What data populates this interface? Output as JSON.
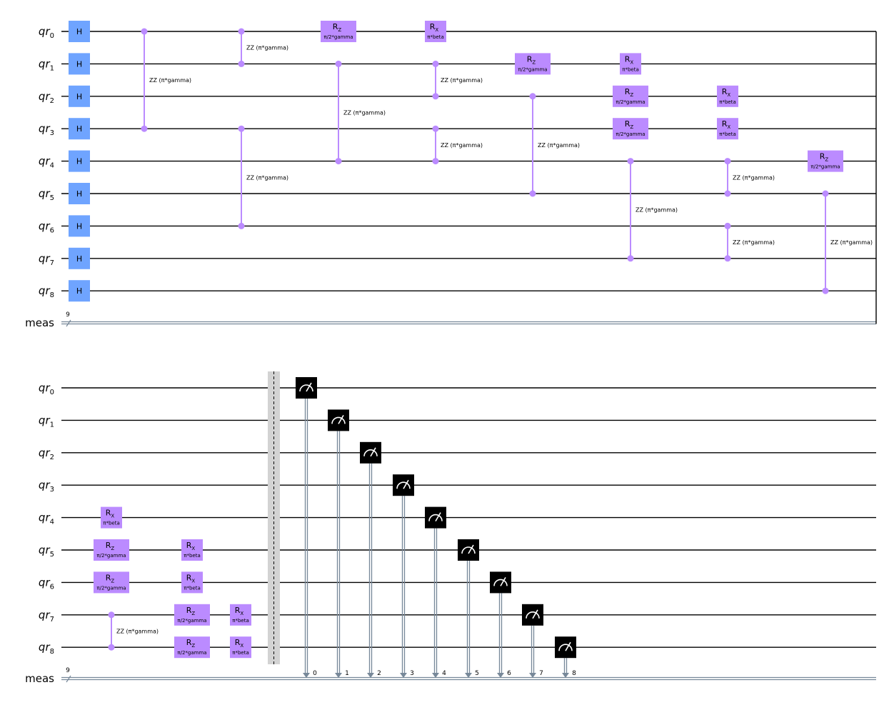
{
  "colors": {
    "h_gate": "#6fa4ff",
    "rot_gate": "#bb8bff",
    "zz_line": "#bb8bff",
    "measure": "#000000",
    "classical": "#778899",
    "barrier": "#d3d3d3",
    "wire": "#000000"
  },
  "labels": {
    "qubit_prefix": "qr",
    "qubit_indices": [
      "0",
      "1",
      "2",
      "3",
      "4",
      "5",
      "6",
      "7",
      "8"
    ],
    "classical_register": "meas",
    "classical_size": "9",
    "h_gate": "H",
    "rz_main": "R",
    "rz_sub": "Z",
    "rx_main": "R",
    "rx_sub": "X",
    "rz_param": "π/2*gamma",
    "rx_param": "π*beta",
    "zz_label": "ZZ (π*gamma)"
  },
  "sections": [
    {
      "id": "top",
      "h_gates": [
        "qr0",
        "qr1",
        "qr2",
        "qr3",
        "qr4",
        "qr5",
        "qr6",
        "qr7",
        "qr8"
      ],
      "zz_gates": [
        {
          "q1": 0,
          "q2": 3
        },
        {
          "q1": 0,
          "q2": 1
        },
        {
          "q1": 3,
          "q2": 6
        },
        {
          "q1": 1,
          "q2": 4
        },
        {
          "q1": 1,
          "q2": 2
        },
        {
          "q1": 3,
          "q2": 4
        },
        {
          "q1": 2,
          "q2": 5
        },
        {
          "q1": 4,
          "q2": 7
        },
        {
          "q1": 4,
          "q2": 5
        },
        {
          "q1": 6,
          "q2": 7
        },
        {
          "q1": 5,
          "q2": 8
        }
      ],
      "rotation_gates": [
        {
          "type": "RZ",
          "qubit": 0
        },
        {
          "type": "RX",
          "qubit": 0
        },
        {
          "type": "RZ",
          "qubit": 1
        },
        {
          "type": "RX",
          "qubit": 1
        },
        {
          "type": "RZ",
          "qubit": 2
        },
        {
          "type": "RZ",
          "qubit": 3
        },
        {
          "type": "RX",
          "qubit": 2
        },
        {
          "type": "RX",
          "qubit": 3
        },
        {
          "type": "RZ",
          "qubit": 4
        }
      ]
    },
    {
      "id": "bottom",
      "rotation_gates": [
        {
          "type": "RX",
          "qubit": 4
        },
        {
          "type": "RZ",
          "qubit": 5
        },
        {
          "type": "RZ",
          "qubit": 6
        },
        {
          "type": "RX",
          "qubit": 5
        },
        {
          "type": "RX",
          "qubit": 6
        },
        {
          "type": "RZ",
          "qubit": 7
        },
        {
          "type": "RZ",
          "qubit": 8
        },
        {
          "type": "RX",
          "qubit": 7
        },
        {
          "type": "RX",
          "qubit": 8
        }
      ],
      "zz_gates": [
        {
          "q1": 7,
          "q2": 8
        }
      ],
      "barrier": true,
      "measurements": [
        {
          "qubit": 0,
          "bit": "0"
        },
        {
          "qubit": 1,
          "bit": "1"
        },
        {
          "qubit": 2,
          "bit": "2"
        },
        {
          "qubit": 3,
          "bit": "3"
        },
        {
          "qubit": 4,
          "bit": "4"
        },
        {
          "qubit": 5,
          "bit": "5"
        },
        {
          "qubit": 6,
          "bit": "6"
        },
        {
          "qubit": 7,
          "bit": "7"
        },
        {
          "qubit": 8,
          "bit": "8"
        }
      ]
    }
  ]
}
